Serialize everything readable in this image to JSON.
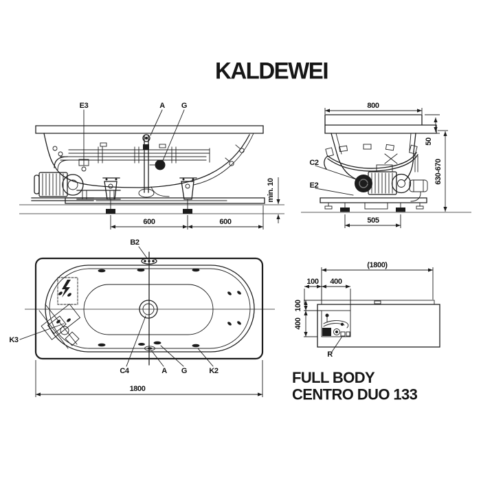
{
  "title": "KALDEWEI",
  "model": {
    "line1": "FULL BODY",
    "line2": "CENTRO DUO 133"
  },
  "side_view": {
    "labels": {
      "e3": "E3",
      "a": "A",
      "g": "G"
    },
    "dims": {
      "foot_spacing_left": "600",
      "foot_spacing_right": "600",
      "floor_clearance": "min. 10"
    }
  },
  "end_view": {
    "labels": {
      "c2": "C2",
      "e2": "E2"
    },
    "dims": {
      "width": "800",
      "rim_height": "50",
      "overall_height": "630-670",
      "foot_spacing": "505"
    }
  },
  "plan_view": {
    "labels": {
      "b2": "B2",
      "k3": "K3",
      "c4": "C4",
      "a": "A",
      "g": "G",
      "k2": "K2"
    },
    "dims": {
      "length": "1800"
    }
  },
  "detail_view": {
    "labels": {
      "r": "R"
    },
    "dims": {
      "length_ref": "(1800)",
      "offset_x": "100",
      "width_x": "400",
      "offset_y": "100",
      "width_y": "400"
    }
  },
  "colors": {
    "line": "#1c1c1c",
    "gray_line": "#8f8f8f",
    "background": "#ffffff",
    "text": "#111111"
  }
}
